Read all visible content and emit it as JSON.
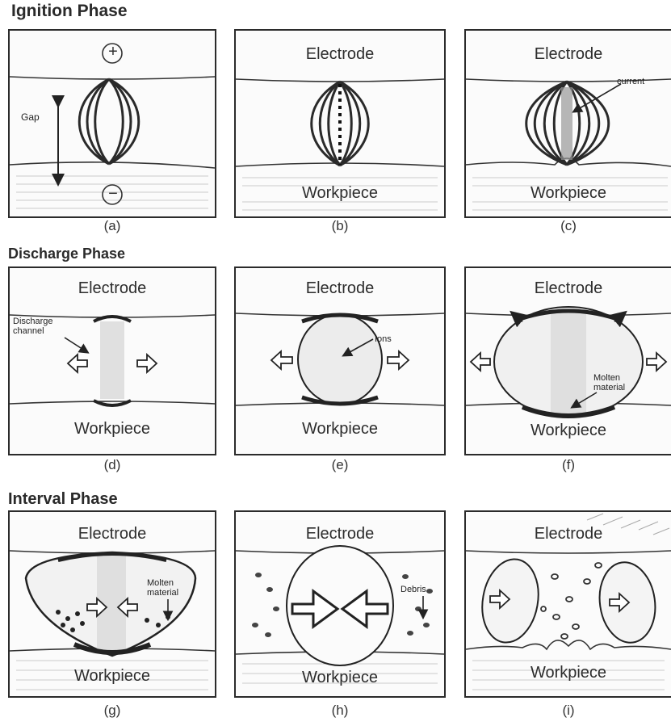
{
  "phases": {
    "ignition": "Ignition Phase",
    "discharge": "Discharge Phase",
    "interval": "Interval Phase"
  },
  "labels": {
    "electrode": "Electrode",
    "workpiece": "Workpiece",
    "gap": "Gap",
    "current": "current",
    "discharge_channel": "Discharge channel",
    "ions": "Ions",
    "molten_material": "Molten material",
    "debris": "Debris",
    "plus": "+",
    "minus": "−"
  },
  "captions": [
    "(a)",
    "(b)",
    "(c)",
    "(d)",
    "(e)",
    "(f)",
    "(g)",
    "(h)",
    "(i)"
  ]
}
